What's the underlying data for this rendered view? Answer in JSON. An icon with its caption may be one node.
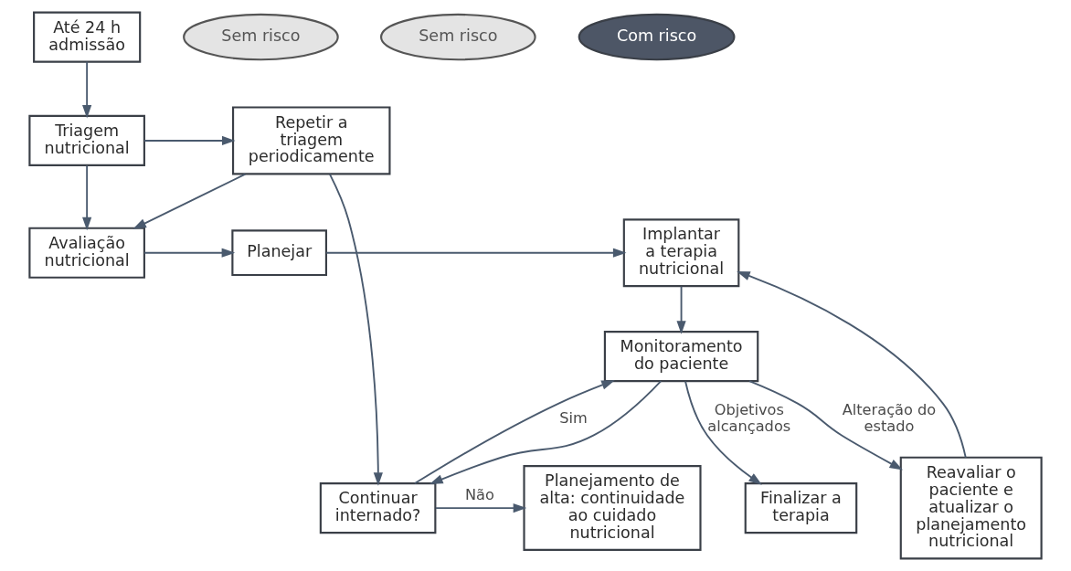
{
  "diagram": {
    "nodes": [
      {
        "text": [
          "Até 24 h admissão"
        ]
      },
      {
        "text": [
          "Sem risco"
        ]
      },
      {
        "text": [
          "Sem risco"
        ]
      },
      {
        "text": [
          "Continuar internado?"
        ]
      },
      {
        "text": [
          "Planejamento de alta: continuidade ao cuidado nutricional"
        ]
      },
      {
        "text": [
          "Triagem nutricional"
        ]
      },
      {
        "text": [
          "Repetir a triagem periodicamente"
        ]
      },
      {
        "text": [
          "Monitoramento do paciente"
        ]
      },
      {
        "text": [
          "Com risco"
        ]
      },
      {
        "text": [
          "Avaliação nutricional"
        ]
      },
      {
        "text": [
          "Planejar"
        ]
      },
      {
        "text": [
          "Implantar a terapia nutricional"
        ]
      },
      {
        "text": [
          "Finalizar a terapia"
        ]
      },
      {
        "text": [
          "Reavaliar o paciente e atualizar o planejamento nutricional"
        ]
      }
    ],
    "edges": [
      {
        "from": 0,
        "to": 5,
        "arrow": "to"
      },
      {
        "from": 5,
        "to": 6,
        "arrow": "to"
      },
      {
        "from": 5,
        "to": 9,
        "arrow": "to"
      },
      {
        "from": 6,
        "to": 9,
        "arrow": "to"
      },
      {
        "from": 6,
        "to": 3,
        "arrow": "to"
      },
      {
        "from": 3,
        "to": 4,
        "arrow": "to",
        "label": "Não"
      },
      {
        "from": 3,
        "to": 7,
        "arrow": "to",
        "label": "Sim"
      },
      {
        "from": 7,
        "to": 3,
        "arrow": "to"
      },
      {
        "from": 9,
        "to": 10,
        "arrow": "to"
      },
      {
        "from": 10,
        "to": 11,
        "arrow": "to"
      },
      {
        "from": 11,
        "to": 7,
        "arrow": "to"
      },
      {
        "from": 7,
        "to": 13,
        "arrow": "to",
        "label": "Alteração do estado"
      },
      {
        "from": 13,
        "to": 11,
        "arrow": "to"
      },
      {
        "from": 7,
        "to": 12,
        "arrow": "to",
        "label": "Objetivos alcançados"
      }
    ]
  }
}
